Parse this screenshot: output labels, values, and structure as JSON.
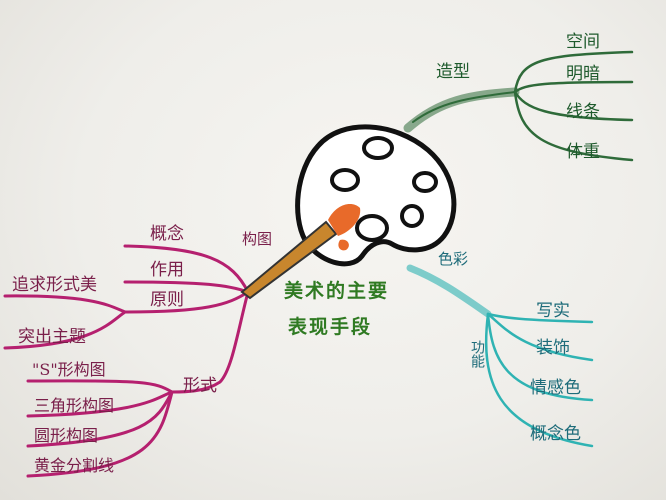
{
  "center": {
    "line1": "美术的主要",
    "line2": "表现手段"
  },
  "colors": {
    "composition": "#b5206f",
    "shape": "#2f6b3a",
    "color_branch": "#2fb3b3",
    "palette_outline": "#111111",
    "brush_tip": "#e86a2a",
    "brush_handle": "#c8862d",
    "center_text": "#2f7a22"
  },
  "branches": {
    "composition": {
      "label": "构图",
      "children": {
        "concept": "概念",
        "function": "作用",
        "principle": "原则",
        "principle_items": [
          "追求形式美",
          "突出主题"
        ],
        "form": "形式",
        "form_items": [
          "\"S\"形构图",
          "三角形构图",
          "圆形构图",
          "黄金分割线"
        ]
      }
    },
    "shape": {
      "label": "造型",
      "items": [
        "空间",
        "明暗",
        "线条",
        "体重"
      ]
    },
    "color": {
      "label": "色彩",
      "sub_label": "功能",
      "items": [
        "写实",
        "装饰",
        "情感色",
        "概念色"
      ]
    }
  },
  "icons": {
    "palette": "palette-icon",
    "brush": "paintbrush-icon"
  }
}
